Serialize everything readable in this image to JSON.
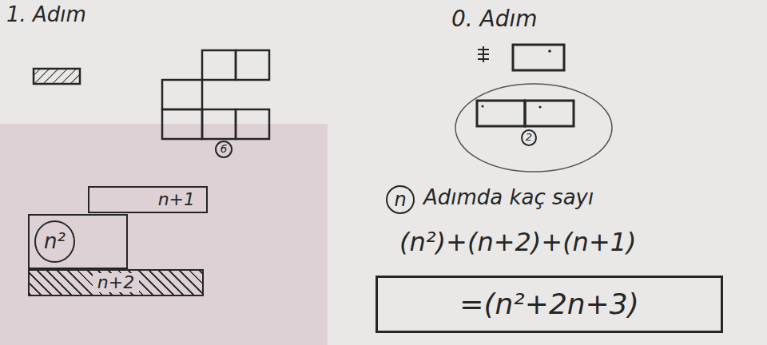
{
  "diagram": {
    "nodes": [
      {
        "text": [
          "6"
        ]
      },
      {
        "text": [
          "2"
        ]
      },
      {
        "text": [
          "n+1"
        ]
      },
      {
        "text": [
          "n²"
        ]
      },
      {
        "text": [
          "n+2"
        ]
      },
      {
        "text": [
          "n"
        ]
      },
      {
        "text": [
          "=(n²+2n+3)"
        ]
      }
    ],
    "labels": [
      "1. Adım",
      "0. Adım",
      "Adımda kaç sayı",
      "(n²)+(n+2)+(n+1)"
    ]
  }
}
